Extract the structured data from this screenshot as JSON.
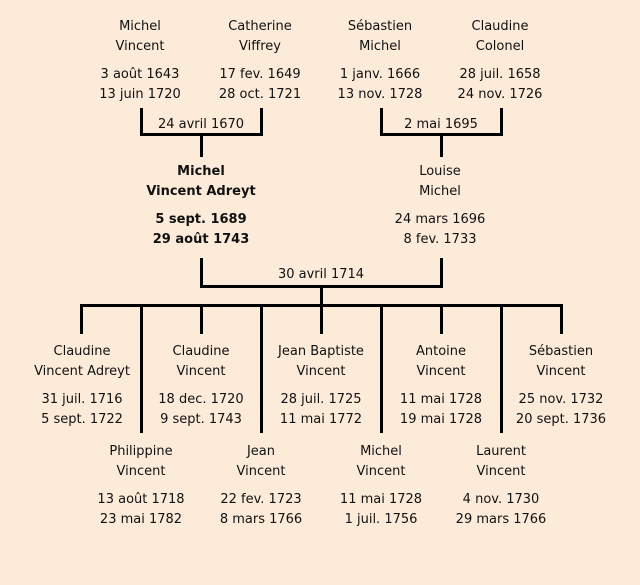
{
  "grandparents": [
    {
      "first": "Michel",
      "last": "Vincent",
      "birth": "3 août 1643",
      "death": "13 juin 1720"
    },
    {
      "first": "Catherine",
      "last": "Viffrey",
      "birth": "17 fev. 1649",
      "death": "28 oct. 1721"
    },
    {
      "first": "Sébastien",
      "last": "Michel",
      "birth": "1 janv. 1666",
      "death": "13 nov. 1728"
    },
    {
      "first": "Claudine",
      "last": "Colonel",
      "birth": "28 juil. 1658",
      "death": "24 nov. 1726"
    }
  ],
  "grandparent_marriages": [
    "24 avril 1670",
    "2 mai 1695"
  ],
  "parents": [
    {
      "first": "Michel",
      "last": "Vincent Adreyt",
      "birth": "5 sept. 1689",
      "death": "29 août 1743",
      "highlighted": true
    },
    {
      "first": "Louise",
      "last": "Michel",
      "birth": "24 mars 1696",
      "death": "8 fev. 1733",
      "highlighted": false
    }
  ],
  "parent_marriage": "30 avril 1714",
  "children_row1": [
    {
      "first": "Claudine",
      "last": "Vincent Adreyt",
      "birth": "31 juil. 1716",
      "death": "5 sept. 1722"
    },
    {
      "first": "Claudine",
      "last": "Vincent",
      "birth": "18 dec. 1720",
      "death": "9 sept. 1743"
    },
    {
      "first": "Jean Baptiste",
      "last": "Vincent",
      "birth": "28 juil. 1725",
      "death": "11 mai 1772"
    },
    {
      "first": "Antoine",
      "last": "Vincent",
      "birth": "11 mai 1728",
      "death": "19 mai 1728"
    },
    {
      "first": "Sébastien",
      "last": "Vincent",
      "birth": "25 nov. 1732",
      "death": "20 sept. 1736"
    }
  ],
  "children_row2": [
    {
      "first": "Philippine",
      "last": "Vincent",
      "birth": "13 août 1718",
      "death": "23 mai 1782"
    },
    {
      "first": "Jean",
      "last": "Vincent",
      "birth": "22 fev. 1723",
      "death": "8 mars 1766"
    },
    {
      "first": "Michel",
      "last": "Vincent",
      "birth": "11 mai 1728",
      "death": "1 juil. 1756"
    },
    {
      "first": "Laurent",
      "last": "Vincent",
      "birth": "4 nov. 1730",
      "death": "29 mars 1766"
    }
  ]
}
